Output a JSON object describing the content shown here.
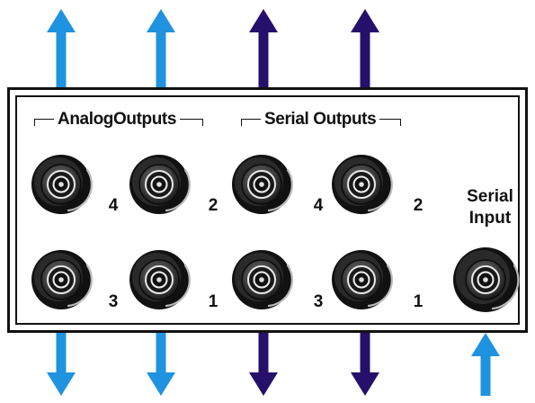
{
  "panel": {
    "groups": [
      {
        "title": "AnalogOutputs"
      },
      {
        "title": "Serial Outputs"
      }
    ],
    "connectors": [
      {
        "group": "analog",
        "number": "4",
        "arrow": "out"
      },
      {
        "group": "analog",
        "number": "2",
        "arrow": "out"
      },
      {
        "group": "serial",
        "number": "4",
        "arrow": "out"
      },
      {
        "group": "serial",
        "number": "2",
        "arrow": "out"
      },
      {
        "group": "analog",
        "number": "3",
        "arrow": "out"
      },
      {
        "group": "analog",
        "number": "1",
        "arrow": "out"
      },
      {
        "group": "serial",
        "number": "3",
        "arrow": "out"
      },
      {
        "group": "serial",
        "number": "1",
        "arrow": "out"
      }
    ],
    "input": {
      "label_line1": "Serial",
      "label_line2": "Input"
    }
  },
  "colors": {
    "analog_arrow": "#1f93df",
    "serial_arrow": "#25106b",
    "input_arrow": "#1f93df",
    "connector_body": "#111111",
    "panel_border": "#111111"
  },
  "icons": [
    "arrow-up-icon",
    "arrow-down-icon",
    "bnc-connector-icon"
  ]
}
